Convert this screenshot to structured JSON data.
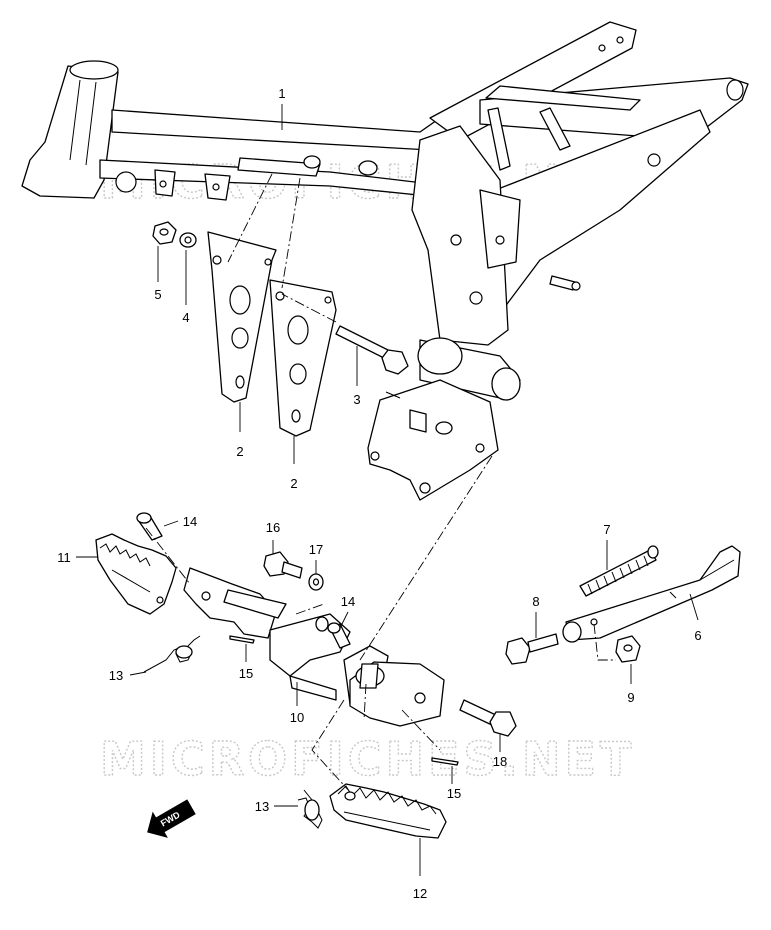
{
  "watermark": "MICROFICHES.NET",
  "direction_label": "FWD",
  "callouts": [
    "1",
    "2",
    "2",
    "3",
    "4",
    "5",
    "6",
    "7",
    "8",
    "9",
    "10",
    "11",
    "12",
    "13",
    "13",
    "14",
    "14",
    "15",
    "15",
    "16",
    "17",
    "18"
  ]
}
